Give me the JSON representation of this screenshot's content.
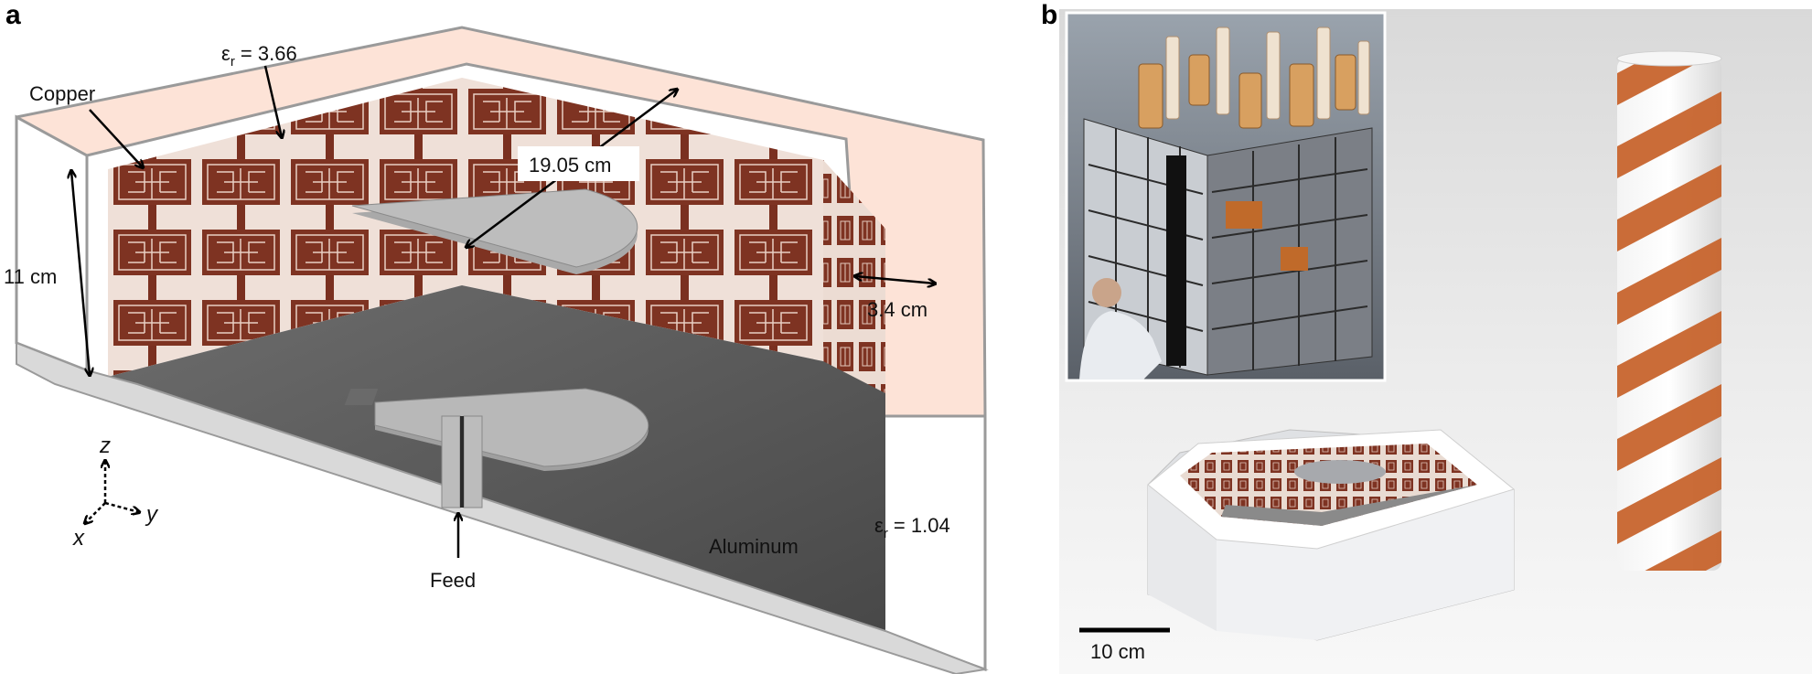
{
  "panels": {
    "a": "a",
    "b": "b"
  },
  "labels": {
    "er_top_symbol": "ε",
    "er_top_sub": "r",
    "er_top_value": " = 3.66",
    "copper": "Copper",
    "height": "11 cm",
    "diameter": "19.05 cm",
    "gap": "3.4 cm",
    "er_bottom_symbol": "ε",
    "er_bottom_sub": "r",
    "er_bottom_value": " = 1.04",
    "aluminum": "Aluminum",
    "feed": "Feed",
    "axis_z": "z",
    "axis_y": "y",
    "axis_x": "x",
    "scale": "10 cm"
  },
  "colors": {
    "copper": "#8c3a22",
    "metasurface": "#f2e4dc",
    "dielectric_top": "#fde3d7",
    "aluminum": "#5c5c5c",
    "substrate": "#e6e6e6",
    "helix_copper": "#c8652e"
  }
}
